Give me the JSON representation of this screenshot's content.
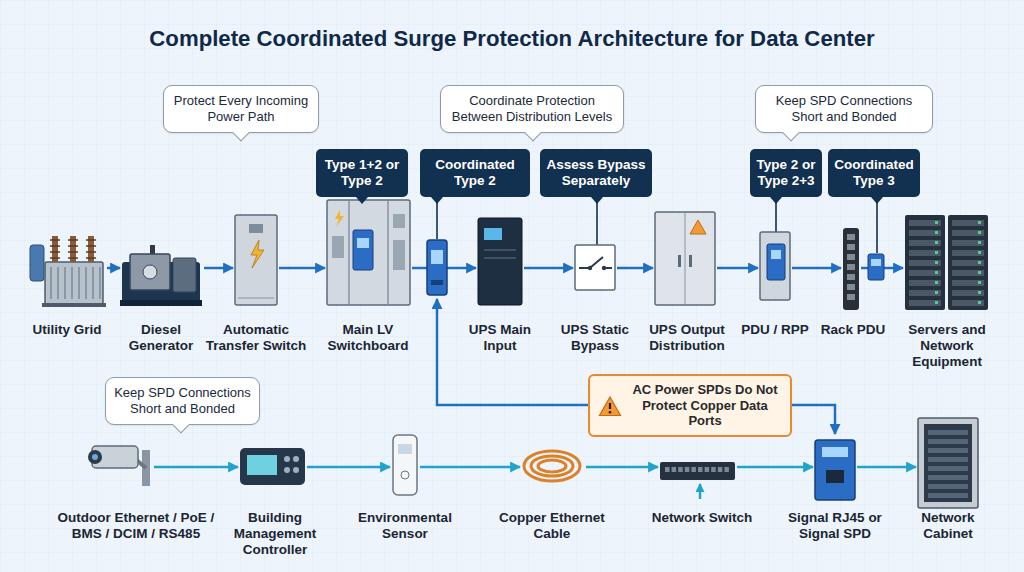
{
  "diagram": {
    "title": "Complete Coordinated Surge Protection Architecture for Data Center",
    "nodes": [
      {
        "text": [
          "Protect Every Incoming Power Path"
        ]
      },
      {
        "text": [
          "Coordinate Protection Between Distribution Levels"
        ]
      },
      {
        "text": [
          "Keep SPD Connections Short and Bonded"
        ]
      },
      {
        "text": [
          "Type 1+2 or Type 2"
        ]
      },
      {
        "text": [
          "Coordinated Type 2"
        ]
      },
      {
        "text": [
          "Assess Bypass Separately"
        ]
      },
      {
        "text": [
          "Type 2 or Type 2+3"
        ]
      },
      {
        "text": [
          "Coordinated Type 3"
        ]
      },
      {
        "text": [
          "Utility Grid"
        ]
      },
      {
        "text": [
          "Diesel Generator"
        ]
      },
      {
        "text": [
          "Automatic Transfer Switch"
        ]
      },
      {
        "text": [
          "Main LV Switchboard"
        ]
      },
      {
        "text": [
          "UPS Main Input"
        ]
      },
      {
        "text": [
          "UPS Static Bypass"
        ]
      },
      {
        "text": [
          "UPS Output Distribution"
        ]
      },
      {
        "text": [
          "PDU / RPP"
        ]
      },
      {
        "text": [
          "Rack PDU"
        ]
      },
      {
        "text": [
          "Servers and Network Equipment"
        ]
      },
      {
        "text": [
          "Keep SPD Connections Short and Bonded"
        ]
      },
      {
        "text": [
          "AC Power SPDs Do Not Protect Copper Data Ports"
        ]
      },
      {
        "text": [
          "Outdoor Ethernet / PoE / BMS / DCIM / RS485"
        ]
      },
      {
        "text": [
          "Building Management Controller"
        ]
      },
      {
        "text": [
          "Environmental Sensor"
        ]
      },
      {
        "text": [
          "Copper Ethernet Cable"
        ]
      },
      {
        "text": [
          "Network Switch"
        ]
      },
      {
        "text": [
          "Signal RJ45 or Signal SPD"
        ]
      },
      {
        "text": [
          "Network Cabinet"
        ]
      }
    ],
    "edges": [
      {
        "from": 8,
        "to": 9,
        "arrow": "to"
      },
      {
        "from": 9,
        "to": 10,
        "arrow": "to"
      },
      {
        "from": 10,
        "to": 11,
        "arrow": "to"
      },
      {
        "from": 11,
        "to": 12,
        "arrow": "to"
      },
      {
        "from": 12,
        "to": 13,
        "arrow": "to"
      },
      {
        "from": 13,
        "to": 14,
        "arrow": "to"
      },
      {
        "from": 14,
        "to": 15,
        "arrow": "to"
      },
      {
        "from": 15,
        "to": 16,
        "arrow": "to"
      },
      {
        "from": 16,
        "to": 17,
        "arrow": "to"
      },
      {
        "from": 20,
        "to": 21,
        "arrow": "to"
      },
      {
        "from": 21,
        "to": 22,
        "arrow": "to"
      },
      {
        "from": 22,
        "to": 23,
        "arrow": "to"
      },
      {
        "from": 23,
        "to": 24,
        "arrow": "to"
      },
      {
        "from": 24,
        "to": 25,
        "arrow": "to"
      },
      {
        "from": 25,
        "to": 26,
        "arrow": "to"
      }
    ]
  }
}
